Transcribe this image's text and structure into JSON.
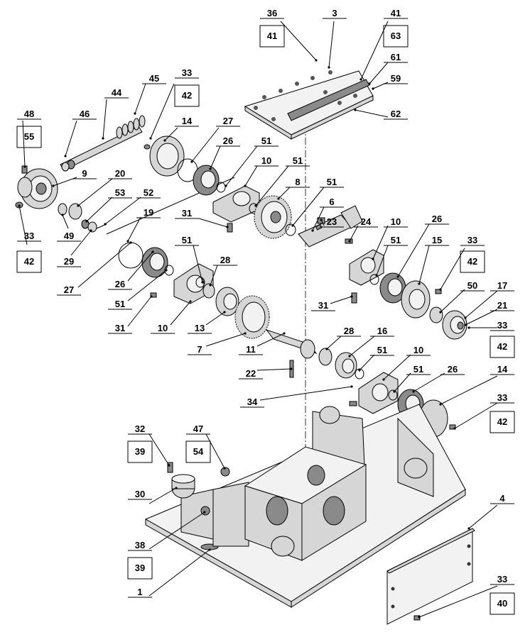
{
  "title": "",
  "callouts": [
    {
      "id": "c36",
      "label": "36"
    },
    {
      "id": "c41a",
      "label": "41"
    },
    {
      "id": "c3",
      "label": "3"
    },
    {
      "id": "c41b",
      "label": "41"
    },
    {
      "id": "c63",
      "label": "63"
    },
    {
      "id": "c61",
      "label": "61"
    },
    {
      "id": "c59",
      "label": "59"
    },
    {
      "id": "c62",
      "label": "62"
    },
    {
      "id": "c45",
      "label": "45"
    },
    {
      "id": "c44",
      "label": "44"
    },
    {
      "id": "c33a",
      "label": "33"
    },
    {
      "id": "c42a",
      "label": "42"
    },
    {
      "id": "c48",
      "label": "48"
    },
    {
      "id": "c55",
      "label": "55"
    },
    {
      "id": "c46",
      "label": "46"
    },
    {
      "id": "c14a",
      "label": "14"
    },
    {
      "id": "c27a",
      "label": "27"
    },
    {
      "id": "c26a",
      "label": "26"
    },
    {
      "id": "c51a",
      "label": "51"
    },
    {
      "id": "c10a",
      "label": "10"
    },
    {
      "id": "c51b",
      "label": "51"
    },
    {
      "id": "c9",
      "label": "9"
    },
    {
      "id": "c20",
      "label": "20"
    },
    {
      "id": "c53",
      "label": "53"
    },
    {
      "id": "c52",
      "label": "52"
    },
    {
      "id": "c19",
      "label": "19"
    },
    {
      "id": "c8",
      "label": "8"
    },
    {
      "id": "c51c",
      "label": "51"
    },
    {
      "id": "c6",
      "label": "6"
    },
    {
      "id": "c23",
      "label": "23"
    },
    {
      "id": "c24",
      "label": "24"
    },
    {
      "id": "c10b",
      "label": "10"
    },
    {
      "id": "c33b",
      "label": "33"
    },
    {
      "id": "c42b",
      "label": "42"
    },
    {
      "id": "c49",
      "label": "49"
    },
    {
      "id": "c29",
      "label": "29"
    },
    {
      "id": "c27b",
      "label": "27"
    },
    {
      "id": "c31a",
      "label": "31"
    },
    {
      "id": "c51d",
      "label": "51"
    },
    {
      "id": "c28a",
      "label": "28"
    },
    {
      "id": "c26b",
      "label": "26"
    },
    {
      "id": "c51e",
      "label": "51"
    },
    {
      "id": "c31b",
      "label": "31"
    },
    {
      "id": "c10c",
      "label": "10"
    },
    {
      "id": "c13",
      "label": "13"
    },
    {
      "id": "c7",
      "label": "7"
    },
    {
      "id": "c26c",
      "label": "26"
    },
    {
      "id": "c15",
      "label": "15"
    },
    {
      "id": "c33c",
      "label": "33"
    },
    {
      "id": "c42c",
      "label": "42"
    },
    {
      "id": "c51f",
      "label": "51"
    },
    {
      "id": "c50",
      "label": "50"
    },
    {
      "id": "c17",
      "label": "17"
    },
    {
      "id": "c21",
      "label": "21"
    },
    {
      "id": "c33d",
      "label": "33"
    },
    {
      "id": "c42d",
      "label": "42"
    },
    {
      "id": "c31c",
      "label": "31"
    },
    {
      "id": "c28b",
      "label": "28"
    },
    {
      "id": "c16",
      "label": "16"
    },
    {
      "id": "c11",
      "label": "11"
    },
    {
      "id": "c22",
      "label": "22"
    },
    {
      "id": "c51g",
      "label": "51"
    },
    {
      "id": "c10d",
      "label": "10"
    },
    {
      "id": "c51h",
      "label": "51"
    },
    {
      "id": "c26d",
      "label": "26"
    },
    {
      "id": "c14b",
      "label": "14"
    },
    {
      "id": "c34",
      "label": "34"
    },
    {
      "id": "c33e",
      "label": "33"
    },
    {
      "id": "c42e",
      "label": "42"
    },
    {
      "id": "c32",
      "label": "32"
    },
    {
      "id": "c39a",
      "label": "39"
    },
    {
      "id": "c47",
      "label": "47"
    },
    {
      "id": "c54",
      "label": "54"
    },
    {
      "id": "c30",
      "label": "30"
    },
    {
      "id": "c38",
      "label": "38"
    },
    {
      "id": "c39b",
      "label": "39"
    },
    {
      "id": "c1",
      "label": "1"
    },
    {
      "id": "c4",
      "label": "4"
    },
    {
      "id": "c33f",
      "label": "33"
    },
    {
      "id": "c40",
      "label": "40"
    }
  ]
}
